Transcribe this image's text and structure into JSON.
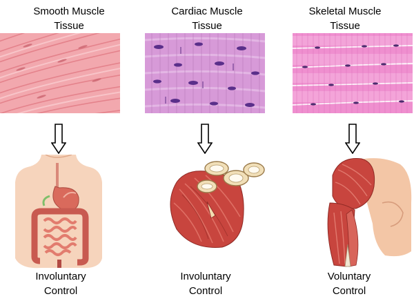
{
  "colors": {
    "smooth_tissue": "#f2a8ae",
    "cardiac_tissue": "#d79ad8",
    "skeletal_tissue": "#ef8fcf",
    "nucleus": "#5a2f8a",
    "muscle_red": "#c8453e",
    "skin": "#f3c6a6"
  },
  "columns": [
    {
      "title_line1": "Smooth Muscle",
      "title_line2": "Tissue",
      "organ_icon": "digestive-system-icon",
      "control_line1": "Involuntary",
      "control_line2": "Control"
    },
    {
      "title_line1": "Cardiac Muscle",
      "title_line2": "Tissue",
      "organ_icon": "heart-icon",
      "control_line1": "Involuntary",
      "control_line2": "Control"
    },
    {
      "title_line1": "Skeletal Muscle",
      "title_line2": "Tissue",
      "organ_icon": "arm-muscle-icon",
      "control_line1": "Voluntary",
      "control_line2": "Control"
    }
  ]
}
